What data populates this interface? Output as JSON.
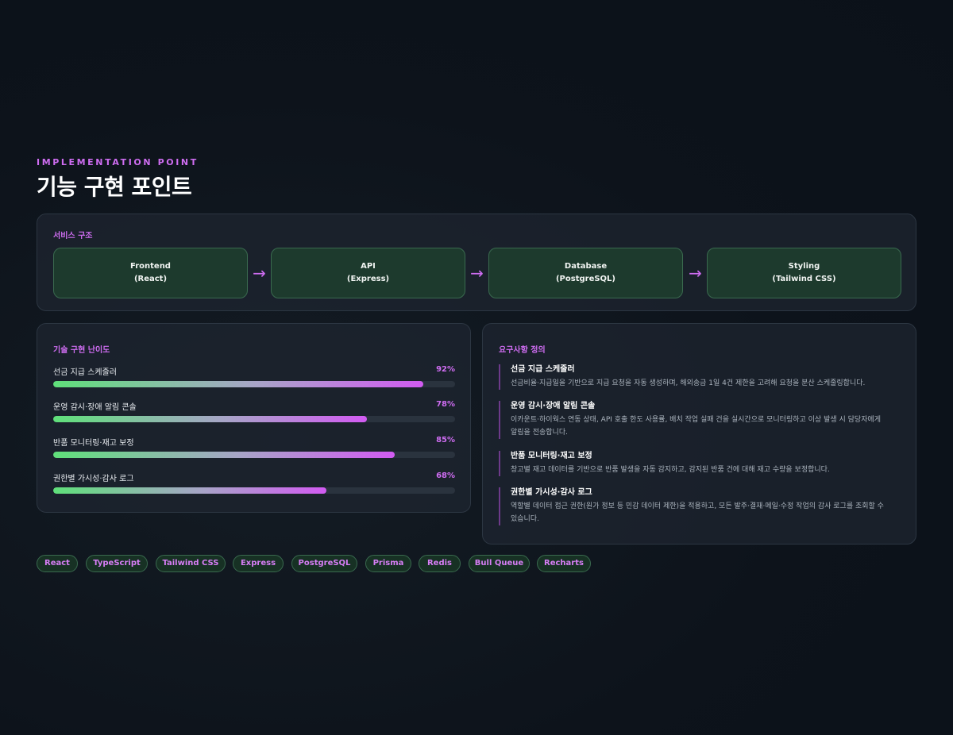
{
  "header": {
    "eyebrow": "IMPLEMENTATION POINT",
    "title": "기능 구현 포인트"
  },
  "architecture": {
    "label": "서비스 구조",
    "nodes": [
      {
        "name": "Frontend",
        "detail": "(React)"
      },
      {
        "name": "API",
        "detail": "(Express)"
      },
      {
        "name": "Database",
        "detail": "(PostgreSQL)"
      },
      {
        "name": "Styling",
        "detail": "(Tailwind CSS)"
      }
    ],
    "arrow": "→"
  },
  "difficulty": {
    "label": "기술 구현 난이도",
    "items": [
      {
        "name": "선금 지급 스케줄러",
        "percent_text": "92%",
        "percent": 92
      },
      {
        "name": "운영 감시·장애 알림 콘솔",
        "percent_text": "78%",
        "percent": 78
      },
      {
        "name": "반품 모니터링·재고 보정",
        "percent_text": "85%",
        "percent": 85
      },
      {
        "name": "권한별 가시성·감사 로그",
        "percent_text": "68%",
        "percent": 68
      }
    ]
  },
  "requirements": {
    "label": "요구사항 정의",
    "items": [
      {
        "title": "선금 지급 스케줄러",
        "desc": "선금비율·지급일을 기반으로 지급 요청을 자동 생성하며, 해외송금 1일 4건 제한을 고려해 요청을 분산 스케줄링합니다."
      },
      {
        "title": "운영 감시·장애 알림 콘솔",
        "desc": "이카운트·하이웍스 연동 상태, API 호출 한도 사용률, 배치 작업 실패 건을 실시간으로 모니터링하고 이상 발생 시 담당자에게 알림을 전송합니다."
      },
      {
        "title": "반품 모니터링·재고 보정",
        "desc": "창고별 재고 데이터를 기반으로 반품 발생을 자동 감지하고, 감지된 반품 건에 대해 재고 수량을 보정합니다."
      },
      {
        "title": "권한별 가시성·감사 로그",
        "desc": "역할별 데이터 접근 권한(원가 정보 등 민감 데이터 제한)을 적용하고, 모든 발주·결재·메일·수정 작업의 감사 로그를 조회할 수 있습니다."
      }
    ]
  },
  "tags": [
    "React",
    "TypeScript",
    "Tailwind CSS",
    "Express",
    "PostgreSQL",
    "Prisma",
    "Redis",
    "Bull Queue",
    "Recharts"
  ],
  "colors": {
    "accent": "#cf6df2",
    "node_bg": "#1d3a2d",
    "bar_start": "#5fe07a",
    "bar_end": "#d25bf2"
  }
}
